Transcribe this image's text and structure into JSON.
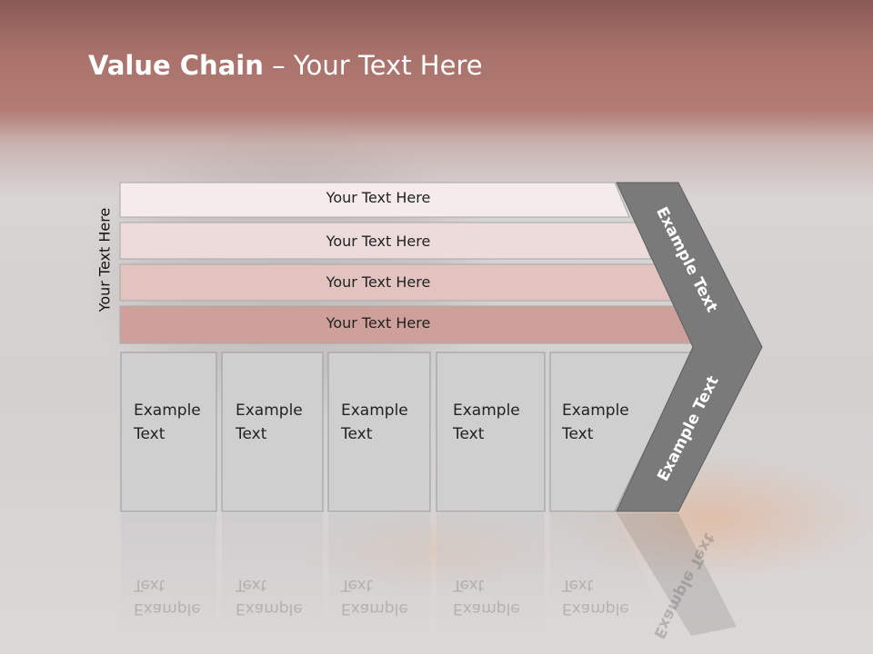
{
  "slide": {
    "title_bold": "Value Chain",
    "title_rest": " – Your Text Here",
    "vertical_label": "Your Text Here"
  },
  "rows": [
    {
      "label": "Your Text Here",
      "color": "#f4ebea"
    },
    {
      "label": "Your Text Here",
      "color": "#ecdbda"
    },
    {
      "label": "Your Text Here",
      "color": "#e2c3c0"
    },
    {
      "label": "Your Text Here",
      "color": "#cf9f99"
    }
  ],
  "boxes": [
    {
      "line1": "Example",
      "line2": "Text"
    },
    {
      "line1": "Example",
      "line2": "Text"
    },
    {
      "line1": "Example",
      "line2": "Text"
    },
    {
      "line1": "Example",
      "line2": "Text"
    },
    {
      "line1": "Example",
      "line2": "Text"
    }
  ],
  "arrow": {
    "upper_text": "Example Text",
    "lower_text": "Example Text",
    "color": "#7a7a7a"
  }
}
